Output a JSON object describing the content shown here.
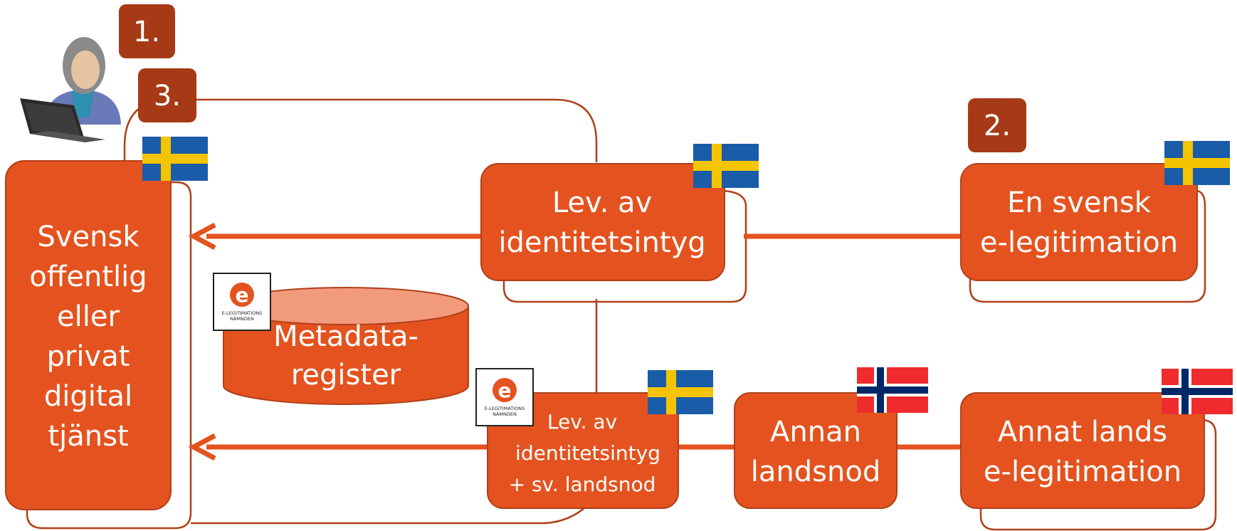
{
  "colors": {
    "box": "#e4531f",
    "box_stroke": "#b0401a",
    "outline": "#b0401a",
    "step_badge": "#a63a16",
    "cylinder_top": "#f29a7c",
    "flag_se_blue": "#1a5ca8",
    "flag_se_yellow": "#f5c400",
    "flag_no_red": "#ef2b2d",
    "flag_no_blue": "#002868"
  },
  "steps": {
    "s1": "1.",
    "s2": "2.",
    "s3": "3."
  },
  "service": {
    "lines": [
      "Svensk",
      "offentlig",
      "eller",
      "privat",
      "digital",
      "tjänst"
    ]
  },
  "provider_top": {
    "line1": "Lev. av",
    "line2": "identitetsintyg"
  },
  "swedish_eid": {
    "line1": "En svensk",
    "line2": "e-legitimation"
  },
  "metadata": {
    "line1": "Metadata-",
    "line2": "register"
  },
  "provider_node": {
    "line1": "Lev. av",
    "line2": "identitetsintyg",
    "line3": "+ sv. landsnod"
  },
  "foreign_node": {
    "line1": "Annan",
    "line2": "landsnod"
  },
  "foreign_eid": {
    "line1": "Annat lands",
    "line2": "e-legitimation"
  },
  "logo": {
    "letter": "e",
    "line1": "E-LEGITIMATIONS",
    "line2": "NÄMNDEN"
  },
  "icons": {
    "user": "user-at-laptop-icon",
    "flag_se": "swedish-flag-icon",
    "flag_no": "norwegian-flag-icon",
    "logo": "e-legitimationsnamnden-logo-icon"
  }
}
